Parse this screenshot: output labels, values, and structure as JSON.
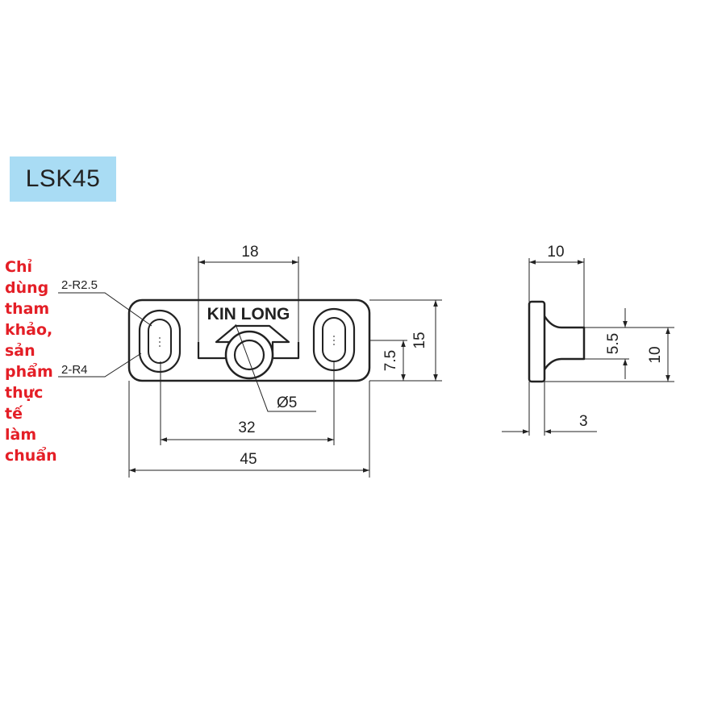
{
  "model": "LSK45",
  "note": [
    "Chỉ",
    "dùng",
    "tham",
    "khảo,",
    "sản",
    "phẩm",
    "thực",
    "tế",
    "làm",
    "chuẩn"
  ],
  "brand": "KIN LONG",
  "dimensions": {
    "top_width": "18",
    "slot_radius_inner": "2-R2.5",
    "slot_radius_outer": "2-R4",
    "hole_diameter": "Ø5",
    "height_half": "7.5",
    "height_total": "15",
    "hole_spacing": "32",
    "total_length": "45",
    "side_width": "10",
    "side_pin": "5.5",
    "side_height": "10",
    "side_thickness": "3"
  },
  "colors": {
    "badge": "#a9dcf4",
    "note": "#e41e26",
    "line": "#222222"
  }
}
